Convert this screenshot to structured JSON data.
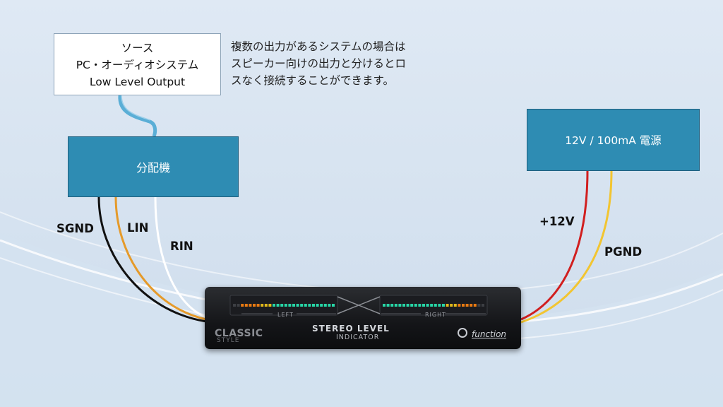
{
  "source": {
    "line1": "ソース",
    "line2": "PC・オーディオシステム",
    "line3": "Low Level Output"
  },
  "note": {
    "line1": "複数の出力があるシステムの場合は",
    "line2": "スピーカー向けの出力と分けるとロ",
    "line3": "スなく接続することができます。"
  },
  "distributor": {
    "label": "分配機"
  },
  "power": {
    "label": "12V / 100mA 電源"
  },
  "wires": {
    "sgnd": "SGND",
    "lin": "LIN",
    "rin": "RIN",
    "plus12v": "+12V",
    "pgnd": "PGND"
  },
  "device": {
    "classic": "CLASSIC",
    "style": "STYLE",
    "stereo": "STEREO LEVEL",
    "indicator": "INDICATOR",
    "left": "LEFT",
    "right": "RIGHT",
    "brand": "function"
  },
  "colors": {
    "background_top": "#dbe6f2",
    "background_bottom": "#cfdeee",
    "box_fill": "#2e8cb3",
    "wire_black": "#111111",
    "wire_orange": "#e59a2a",
    "wire_white": "#ffffff",
    "wire_red": "#d11f1f",
    "wire_yellow": "#f2c531",
    "wire_blue": "#5aaed6",
    "meter_green": "#27d6a6",
    "meter_yellow": "#e0b81b",
    "meter_orange": "#e87a12"
  }
}
